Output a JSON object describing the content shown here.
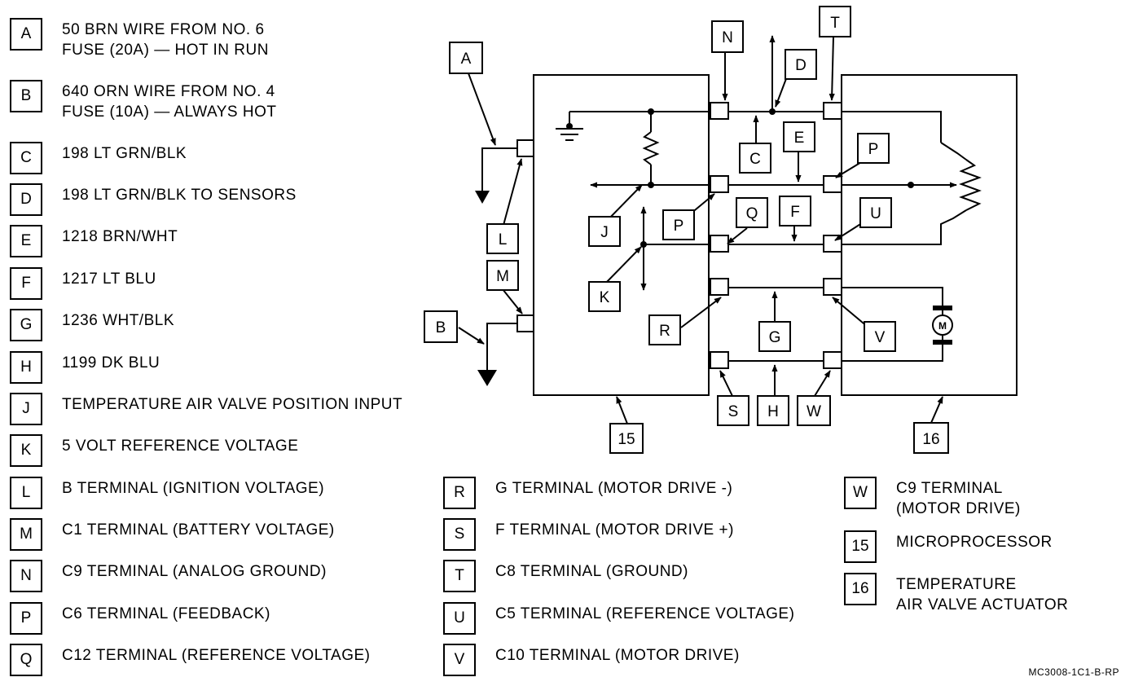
{
  "legend": {
    "A": {
      "key": "A",
      "text": "50 BRN WIRE FROM NO. 6\nFUSE (20A) — HOT IN RUN"
    },
    "B": {
      "key": "B",
      "text": "640 ORN WIRE FROM NO. 4\nFUSE (10A) — ALWAYS HOT"
    },
    "C": {
      "key": "C",
      "text": "198 LT GRN/BLK"
    },
    "D": {
      "key": "D",
      "text": "198 LT GRN/BLK TO SENSORS"
    },
    "E": {
      "key": "E",
      "text": "1218 BRN/WHT"
    },
    "F": {
      "key": "F",
      "text": "1217 LT BLU"
    },
    "G": {
      "key": "G",
      "text": "1236 WHT/BLK"
    },
    "H": {
      "key": "H",
      "text": "1199 DK BLU"
    },
    "J": {
      "key": "J",
      "text": "TEMPERATURE AIR VALVE POSITION INPUT"
    },
    "K": {
      "key": "K",
      "text": "5 VOLT REFERENCE VOLTAGE"
    },
    "L": {
      "key": "L",
      "text": "B TERMINAL (IGNITION VOLTAGE)"
    },
    "M": {
      "key": "M",
      "text": "C1 TERMINAL (BATTERY VOLTAGE)"
    },
    "N": {
      "key": "N",
      "text": "C9 TERMINAL (ANALOG GROUND)"
    },
    "P": {
      "key": "P",
      "text": "C6 TERMINAL (FEEDBACK)"
    },
    "Q": {
      "key": "Q",
      "text": "C12 TERMINAL (REFERENCE VOLTAGE)"
    },
    "R": {
      "key": "R",
      "text": "G TERMINAL (MOTOR DRIVE -)"
    },
    "S": {
      "key": "S",
      "text": "F TERMINAL (MOTOR DRIVE +)"
    },
    "T": {
      "key": "T",
      "text": "C8 TERMINAL (GROUND)"
    },
    "U": {
      "key": "U",
      "text": "C5 TERMINAL  (REFERENCE VOLTAGE)"
    },
    "V": {
      "key": "V",
      "text": "C10 TERMINAL (MOTOR DRIVE)"
    },
    "W": {
      "key": "W",
      "text": "C9 TERMINAL\n(MOTOR DRIVE)"
    },
    "15": {
      "key": "15",
      "text": "MICROPROCESSOR"
    },
    "16": {
      "key": "16",
      "text": "TEMPERATURE\nAIR VALVE ACTUATOR"
    }
  },
  "diagram": {
    "motor_symbol": "M",
    "labels": {
      "A": "A",
      "B": "B",
      "C": "C",
      "D": "D",
      "E": "E",
      "F": "F",
      "G": "G",
      "H": "H",
      "J": "J",
      "K": "K",
      "L": "L",
      "M": "M",
      "N": "N",
      "P1": "P",
      "P2": "P",
      "Q": "Q",
      "R": "R",
      "S": "S",
      "T": "T",
      "U": "U",
      "V": "V",
      "W": "W",
      "n15": "15",
      "n16": "16"
    }
  },
  "figure_id": "MC3008-1C1-B-RP"
}
